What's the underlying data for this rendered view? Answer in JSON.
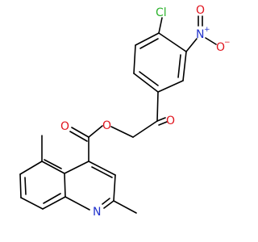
{
  "molecule": {
    "atoms": {
      "cl": {
        "symbol": "Cl",
        "color": "#2DB32D"
      },
      "n_nitro": {
        "symbol": "N",
        "charge": "+",
        "color": "#2233CC"
      },
      "o_minus": {
        "symbol": "O",
        "charge": "−",
        "color": "#E0141E"
      },
      "o_nitro_top": {
        "symbol": "O",
        "color": "#E0141E"
      },
      "o_ketone": {
        "symbol": "O",
        "color": "#E0141E"
      },
      "o_ester_link": {
        "symbol": "O",
        "color": "#E0141E"
      },
      "o_ester_carbonyl": {
        "symbol": "O",
        "color": "#E0141E"
      },
      "n_quinoline": {
        "symbol": "N",
        "color": "#2233CC"
      }
    }
  }
}
